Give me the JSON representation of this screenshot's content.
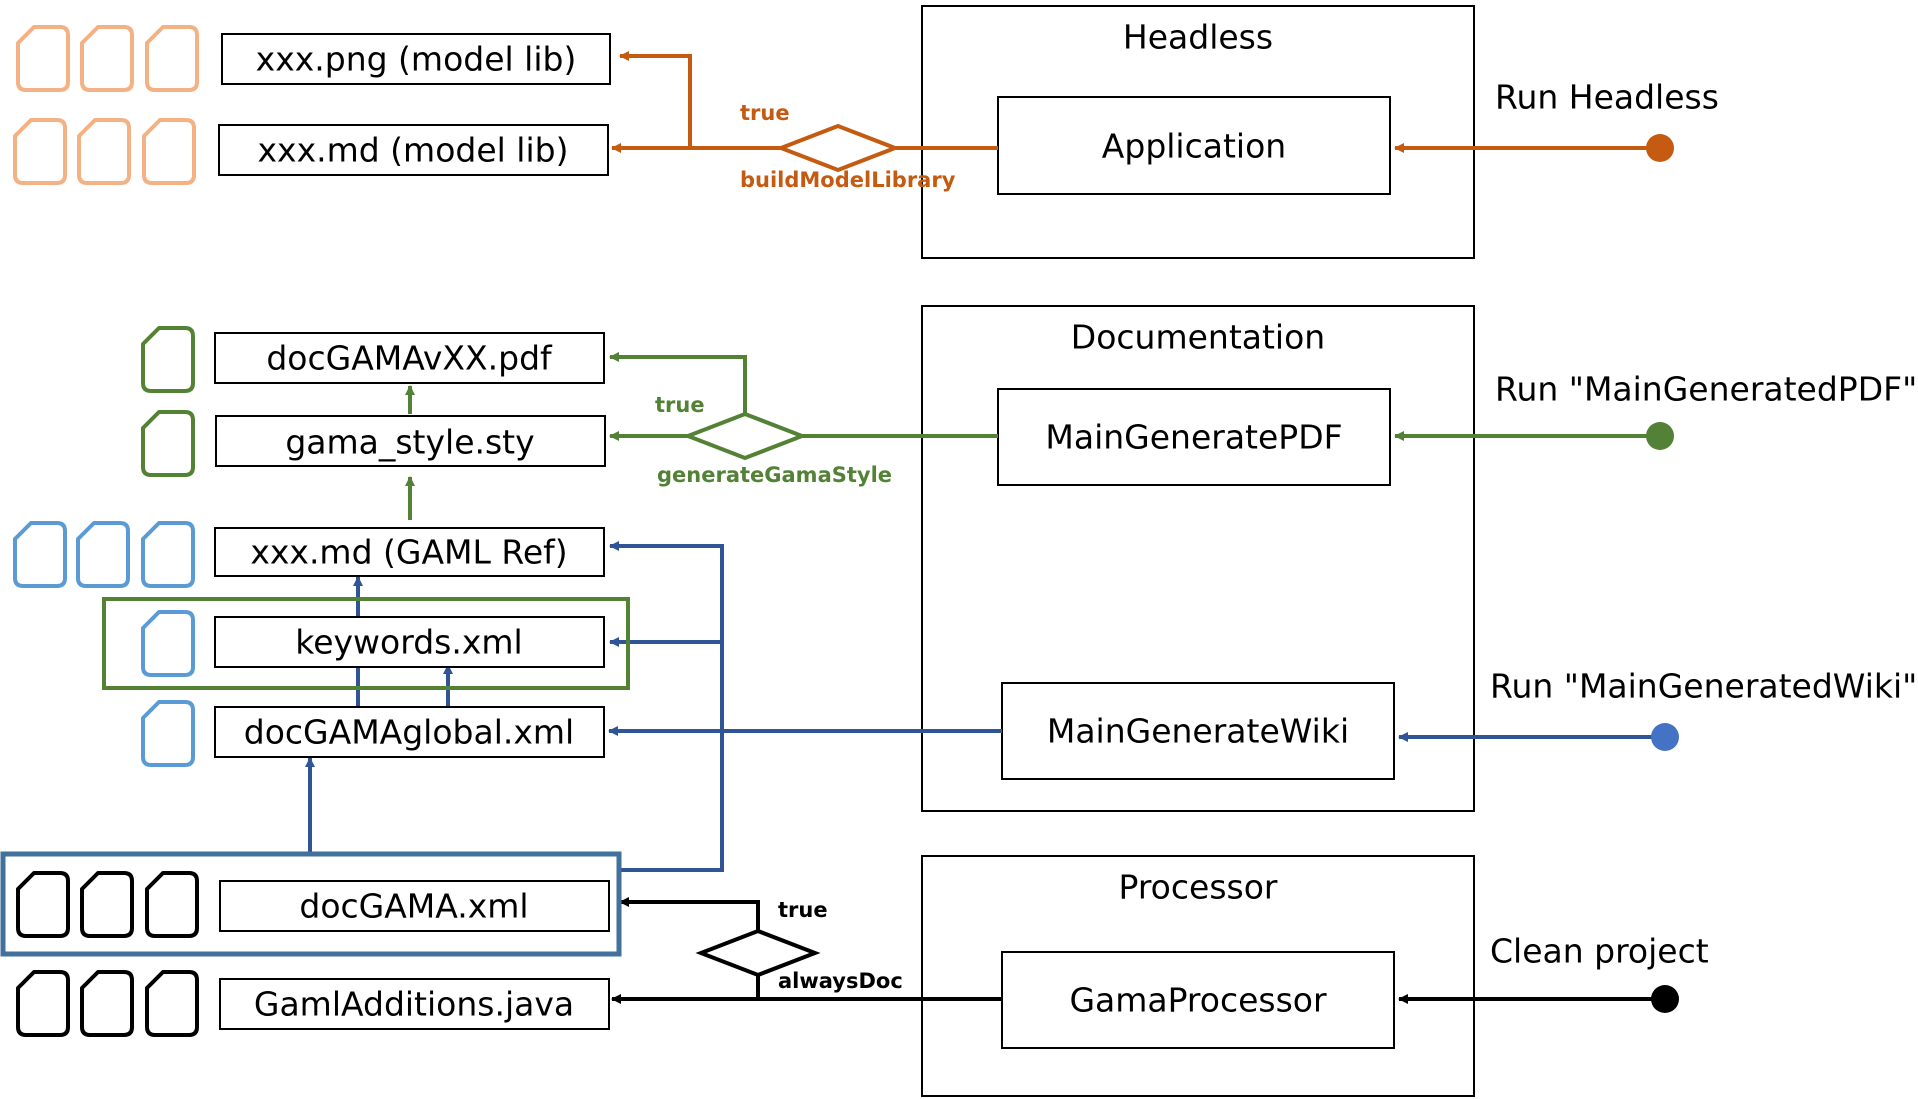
{
  "colors": {
    "orange": "#c55a11",
    "green": "#538135",
    "blue": "#2f5597",
    "black": "#000000",
    "orange_icon": "#f4b183",
    "green_icon": "#548235",
    "blue_icon": "#5b9bd5",
    "blue_frame": "#41719c"
  },
  "sections": {
    "headless": {
      "title": "Headless",
      "node": "Application",
      "run": "Run Headless"
    },
    "documentation": {
      "title": "Documentation",
      "pdf_node": "MainGeneratePDF",
      "wiki_node": "MainGenerateWiki",
      "run_pdf": "Run \"MainGeneratedPDF\"",
      "run_wiki": "Run \"MainGeneratedWiki\""
    },
    "processor": {
      "title": "Processor",
      "node": "GamaProcessor",
      "run": "Clean project"
    }
  },
  "files": {
    "png_model_lib": "xxx.png (model lib)",
    "md_model_lib": "xxx.md (model lib)",
    "doc_pdf": "docGAMAvXX.pdf",
    "gama_style": "gama_style.sty",
    "md_gaml_ref": "xxx.md (GAML Ref)",
    "keywords": "keywords.xml",
    "doc_global": "docGAMAglobal.xml",
    "doc_gama": "docGAMA.xml",
    "gaml_additions": "GamlAdditions.java"
  },
  "decisions": {
    "build_model_library": {
      "condition": "buildModelLibrary",
      "true_label": "true"
    },
    "generate_gama_style": {
      "condition": "generateGamaStyle",
      "true_label": "true"
    },
    "always_doc": {
      "condition": "alwaysDoc",
      "true_label": "true"
    }
  },
  "icons": [
    "document-icon"
  ]
}
